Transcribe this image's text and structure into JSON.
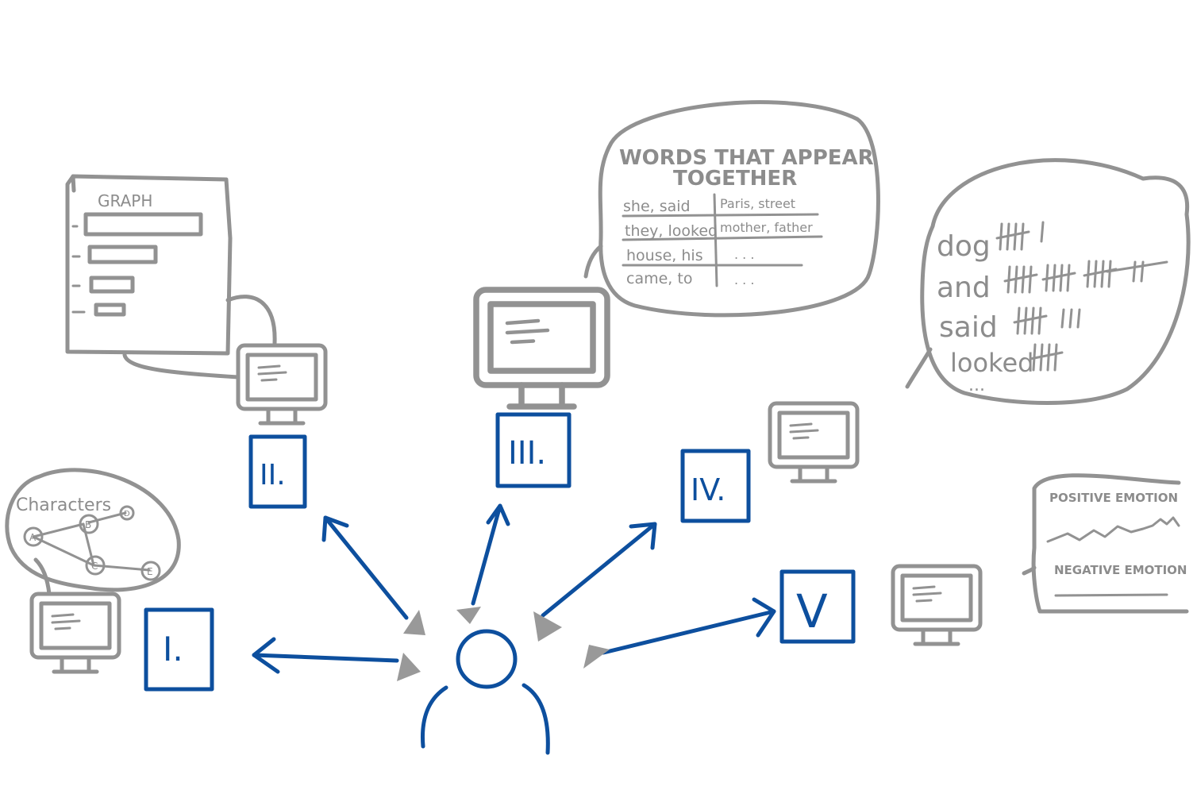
{
  "colors": {
    "sketch_gray": "#929292",
    "accent_blue": "#0d4f9e"
  },
  "steps": {
    "i": "I.",
    "ii": "II.",
    "iii": "III.",
    "iv": "IV.",
    "v": "V"
  },
  "characters_bubble": {
    "title": "Characters",
    "nodes": [
      "A",
      "B",
      "C",
      "D",
      "E"
    ]
  },
  "graph_panel": {
    "title": "GRAPH"
  },
  "words_bubble": {
    "title_line1": "WORDS THAT APPEAR",
    "title_line2": "TOGETHER",
    "rows": [
      [
        "she, said",
        "Paris, street"
      ],
      [
        "they, looked",
        "mother, father"
      ],
      [
        "house, his",
        ". . ."
      ],
      [
        "came, to",
        ". . ."
      ]
    ]
  },
  "tally_bubble": {
    "words": [
      "dog",
      "and",
      "said",
      "looked"
    ],
    "more": "..."
  },
  "emotion_panel": {
    "positive": "POSITIVE EMOTION",
    "negative": "NEGATIVE EMOTION"
  },
  "icons": [
    "monitor-icon",
    "person-icon",
    "arrow-icon"
  ]
}
